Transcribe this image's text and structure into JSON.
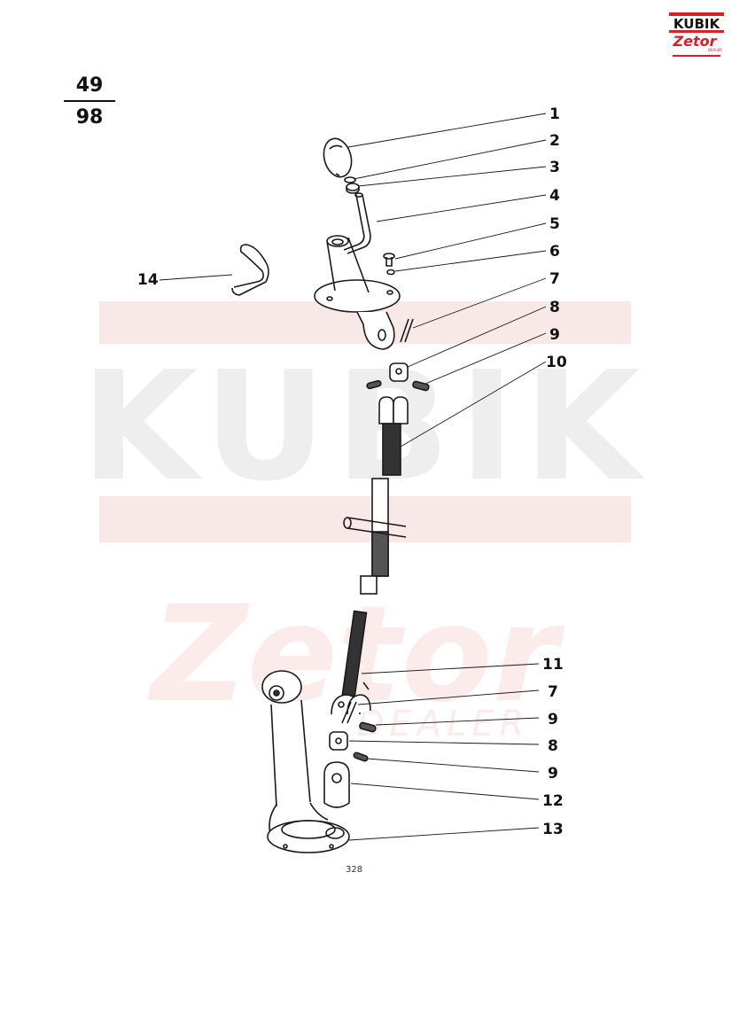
{
  "header": {
    "group_number": "49",
    "page_total": "98"
  },
  "logo": {
    "brand_top": "KUBIK",
    "brand_bottom": "Zetor",
    "tagline": "DEALER"
  },
  "watermark": {
    "brand_top": "KUBIK",
    "brand_bottom": "Zetor",
    "sub": "DEALER"
  },
  "colors": {
    "ink": "#1a1a1a",
    "logo_red": "#d42027",
    "watermark": "#ececec",
    "watermark_red": "#fbeaea"
  },
  "callouts": [
    {
      "label": "1"
    },
    {
      "label": "2"
    },
    {
      "label": "3"
    },
    {
      "label": "4"
    },
    {
      "label": "5"
    },
    {
      "label": "6"
    },
    {
      "label": "7"
    },
    {
      "label": "8"
    },
    {
      "label": "9"
    },
    {
      "label": "10"
    },
    {
      "label": "11"
    },
    {
      "label": "7"
    },
    {
      "label": "9"
    },
    {
      "label": "8"
    },
    {
      "label": "9"
    },
    {
      "label": "12"
    },
    {
      "label": "13"
    },
    {
      "label": "14"
    }
  ],
  "footer": {
    "page_number": "328"
  }
}
